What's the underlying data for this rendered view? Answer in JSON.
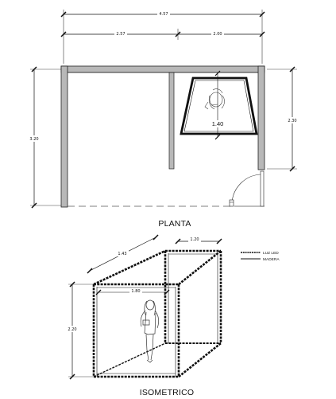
{
  "plan": {
    "title": "PLANTA",
    "dims": {
      "top_total": "4.57",
      "top_left": "2.57",
      "top_right": "2.00",
      "left_height": "3.20",
      "right_height": "2.30",
      "booth": "1.40"
    }
  },
  "iso": {
    "title": "ISOMETRICO",
    "dims": {
      "depth": "1.43",
      "width_top": "1.20",
      "front_width": "1.80",
      "height": "2.20"
    }
  },
  "legend": {
    "items": [
      {
        "label": "LUZ LED",
        "style": "dashed"
      },
      {
        "label": "MADERA",
        "style": "solid"
      }
    ]
  }
}
